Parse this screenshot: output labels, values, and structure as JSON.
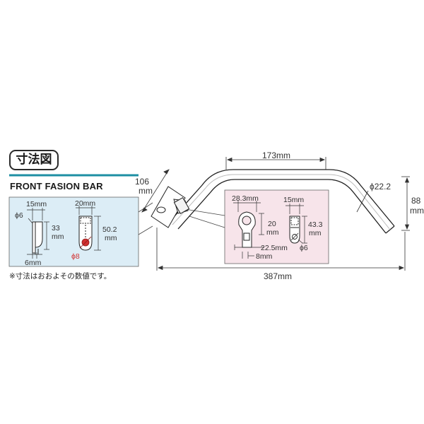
{
  "header": {
    "badge_label": "寸法図",
    "title": "FRONT FASION BAR",
    "note": "※寸法はおおよその数値です。"
  },
  "dimensions": {
    "top_width": "173mm",
    "bend_length": "106",
    "bend_unit": "mm",
    "tube_dia": "ϕ22.2",
    "height": "88",
    "height_unit": "mm",
    "total_width": "387mm"
  },
  "left_detail": {
    "d1_width": "15mm",
    "d1_hole": "ϕ6",
    "d1_height": "33",
    "d1_height_unit": "mm",
    "d1_bottom": "6mm",
    "d2_width": "20mm",
    "d2_height": "50.2",
    "d2_height_unit": "mm",
    "d2_hole": "ϕ8"
  },
  "right_detail": {
    "clamp_width": "28.3mm",
    "clamp_height": "20",
    "clamp_height_unit": "mm",
    "clamp_offset": "22.5mm",
    "clamp_gap": "8mm",
    "bracket_width": "15mm",
    "bracket_height": "43.3",
    "bracket_height_unit": "mm",
    "bracket_hole": "ϕ6"
  },
  "colors": {
    "accent_blue": "#1d8fa3",
    "panel_blue": "#dcedf6",
    "panel_pink": "#f7e4ea",
    "hole_red": "#d1302f"
  }
}
